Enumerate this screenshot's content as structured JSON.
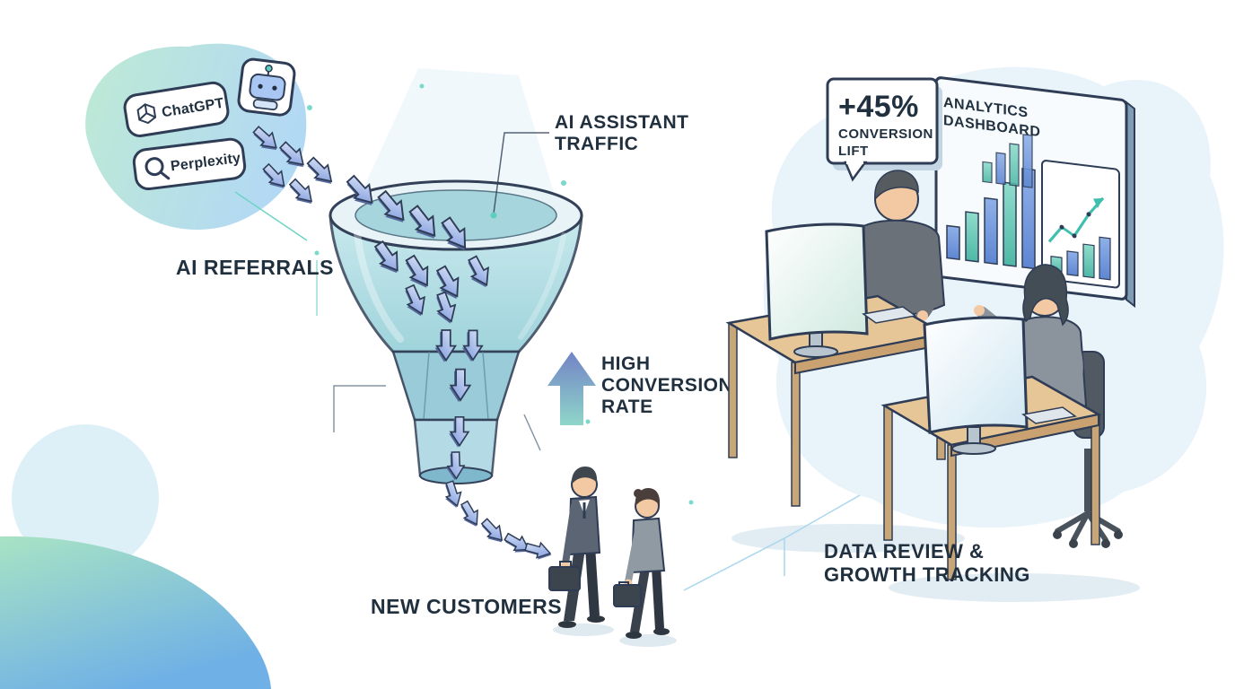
{
  "badges": {
    "chatgpt": {
      "label": "ChatGPT",
      "icon": "openai-logo-icon"
    },
    "perplexity": {
      "label": "Perplexity",
      "icon": "magnifier-icon"
    },
    "assistant": {
      "icon": "robot-icon"
    }
  },
  "labels": {
    "ai_referrals": "AI REFERRALS",
    "ai_assistant_traffic": {
      "line1": "AI ASSISTANT",
      "line2": "TRAFFIC"
    },
    "high_conversion_rate": {
      "line1": "HIGH",
      "line2": "CONVERSION",
      "line3": "RATE"
    },
    "new_customers": "NEW CUSTOMERS",
    "data_review": {
      "line1": "DATA REVIEW &",
      "line2": "GROWTH TRACKING"
    }
  },
  "callout": {
    "value": "+45%",
    "line1": "CONVERSION",
    "line2": "LIFT"
  },
  "dashboard": {
    "title_line1": "ANALYTICS",
    "title_line2": "DASHBOARD"
  },
  "colors": {
    "ink": "#21303f",
    "arrow_blue": "#7b97dd",
    "accent_teal": "#5ecfbd",
    "funnel_teal": "#9fd6da",
    "desk_tan": "#e6c697",
    "blob_green": "#b2e6cc",
    "blob_blue": "#a5d2f2"
  }
}
